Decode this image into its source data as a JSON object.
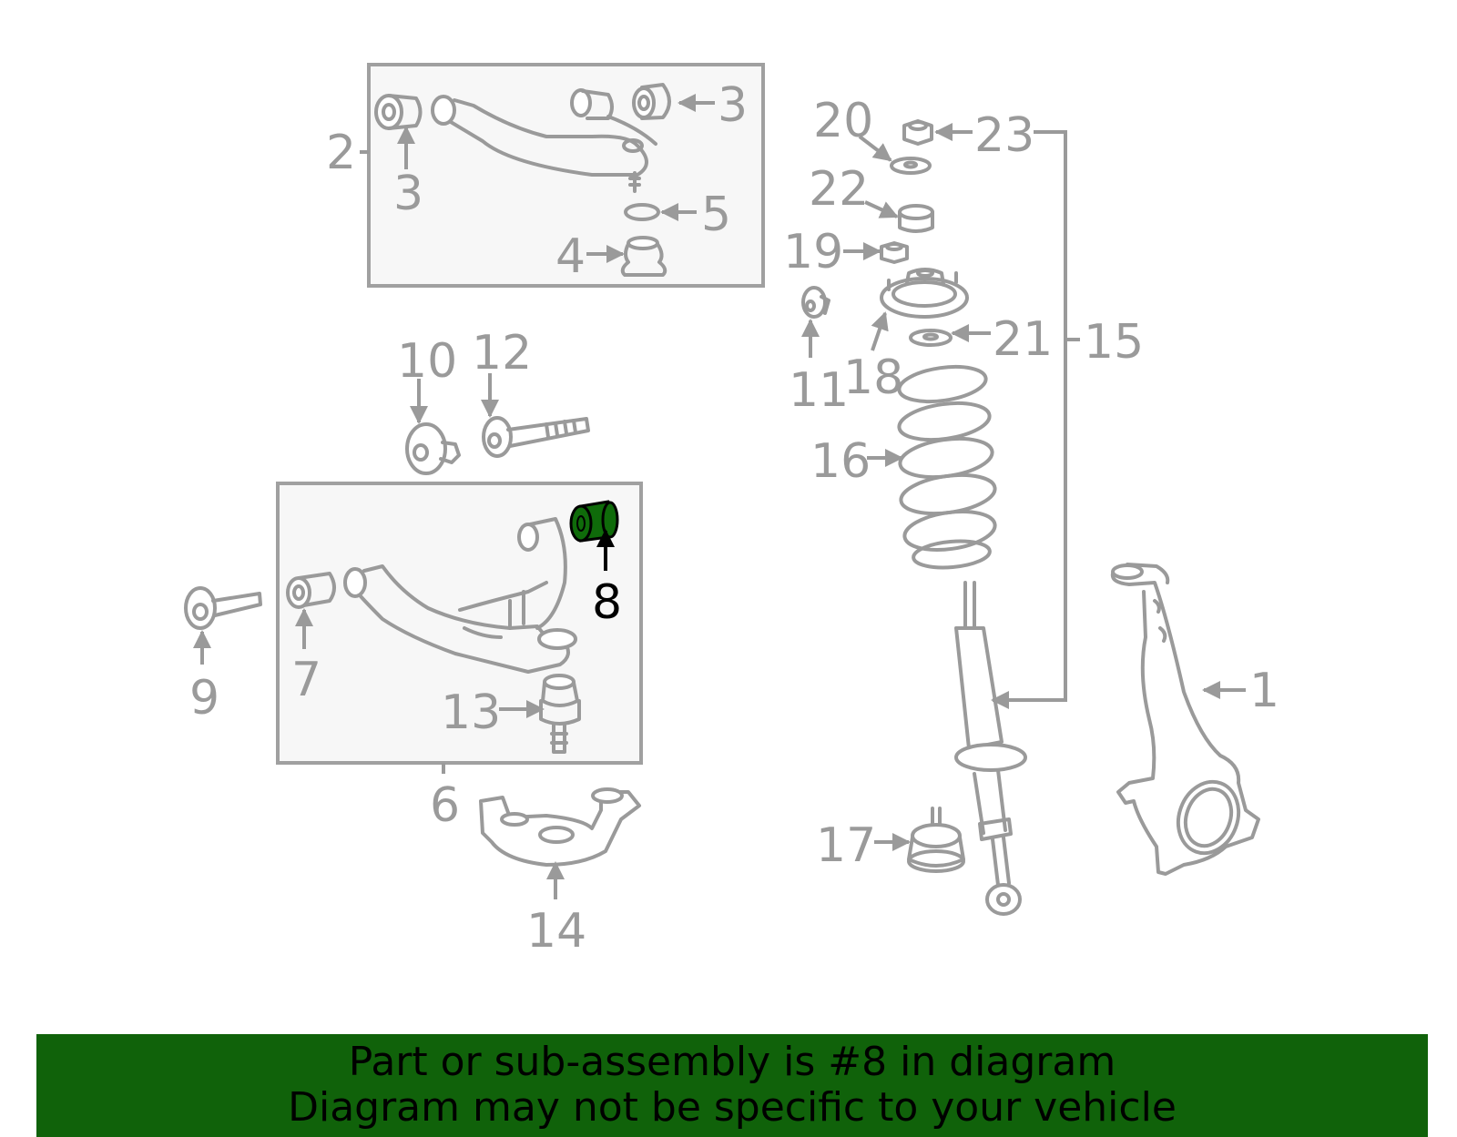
{
  "callouts": {
    "c1": "1",
    "c2": "2",
    "c3a": "3",
    "c3b": "3",
    "c4": "4",
    "c5": "5",
    "c6": "6",
    "c7": "7",
    "c8": "8",
    "c9": "9",
    "c10": "10",
    "c11": "11",
    "c12": "12",
    "c13": "13",
    "c14": "14",
    "c15": "15",
    "c16": "16",
    "c17": "17",
    "c18": "18",
    "c19": "19",
    "c20": "20",
    "c21": "21",
    "c22": "22",
    "c23": "23"
  },
  "highlight": {
    "part": "8",
    "color": "#0f6b0a"
  },
  "banner": {
    "line1": "Part or sub-assembly is #8 in diagram",
    "line2": "Diagram may not be specific to your vehicle",
    "color": "#10620a"
  },
  "colors": {
    "line_art": "#9a9a9a",
    "box_fill": "#f7f7f7"
  }
}
